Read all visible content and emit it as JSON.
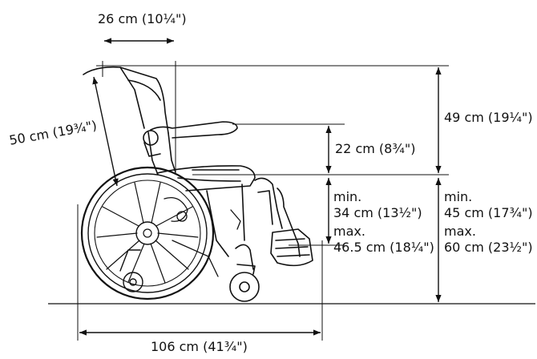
{
  "colors": {
    "ink": "#111111",
    "line": "#1a1a1a",
    "bg": "#ffffff"
  },
  "dimensions": {
    "seat_depth": "26 cm (10¼\")",
    "back_height": "50 cm (19¾\")",
    "armrest_height": "22 cm (8¾\")",
    "backrest_top_height": "49 cm (19¼\")",
    "overall_length": "106 cm (41¾\")",
    "footrest": {
      "min_label": "min.",
      "min_value": "34 cm (13½\")",
      "max_label": "max.",
      "max_value": "46.5 cm (18¼\")"
    },
    "seat_height": {
      "min_label": "min.",
      "min_value": "45 cm (17¾\")",
      "max_label": "max.",
      "max_value": "60 cm (23½\")"
    }
  }
}
